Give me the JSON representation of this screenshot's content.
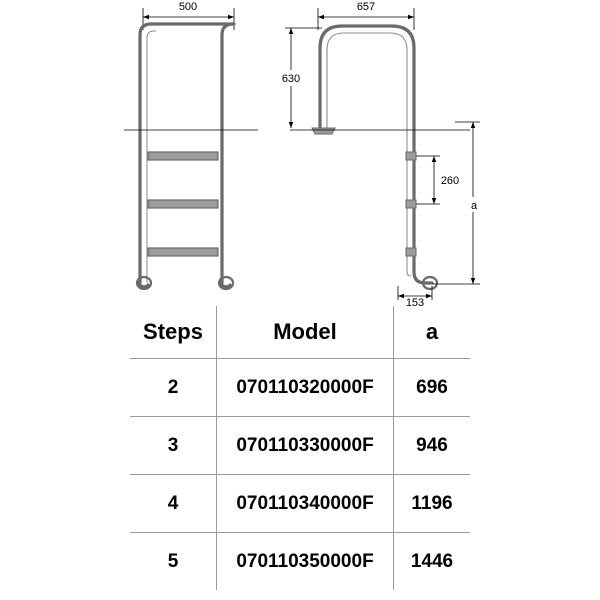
{
  "drawing": {
    "dimensions": {
      "top_left_width": "500",
      "top_right_width": "657",
      "height_630": "630",
      "step_spacing": "260",
      "base_depth": "153",
      "total_height_label": "a"
    }
  },
  "table": {
    "headers": [
      "Steps",
      "Model",
      "a"
    ],
    "rows": [
      [
        "2",
        "070110320000F",
        "696"
      ],
      [
        "3",
        "070110330000F",
        "946"
      ],
      [
        "4",
        "070110340000F",
        "1196"
      ],
      [
        "5",
        "070110350000F",
        "1446"
      ]
    ]
  }
}
